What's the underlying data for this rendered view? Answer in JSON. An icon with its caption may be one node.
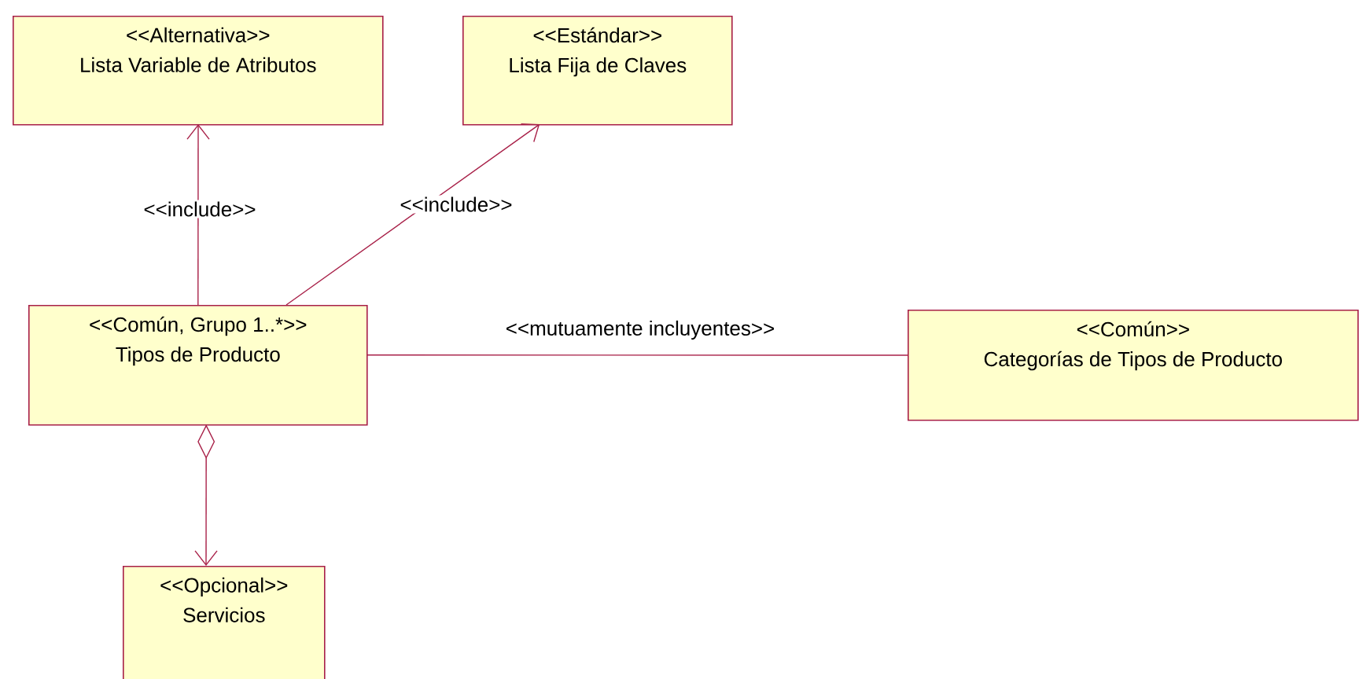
{
  "diagram": {
    "nodes": [
      {
        "text": [
          "<<Alternativa>>",
          "Lista Variable de Atributos"
        ]
      },
      {
        "text": [
          "<<Estándar>>",
          "Lista Fija de Claves"
        ]
      },
      {
        "text": [
          "<<Común, Grupo 1..*>>",
          "Tipos de Producto"
        ]
      },
      {
        "text": [
          "<<Común>>",
          "Categorías de Tipos de Producto"
        ]
      },
      {
        "text": [
          "<<Opcional>>",
          "Servicios"
        ]
      }
    ],
    "edges": [
      {
        "from": 2,
        "to": 0,
        "arrow": "to",
        "label": "<<include>>"
      },
      {
        "from": 2,
        "to": 1,
        "arrow": "to",
        "label": "<<include>>"
      },
      {
        "from": 2,
        "to": 3,
        "arrow": "none",
        "label": "<<mutuamente incluyentes>>"
      },
      {
        "from": 2,
        "to": 4,
        "arrow": "to"
      }
    ]
  }
}
